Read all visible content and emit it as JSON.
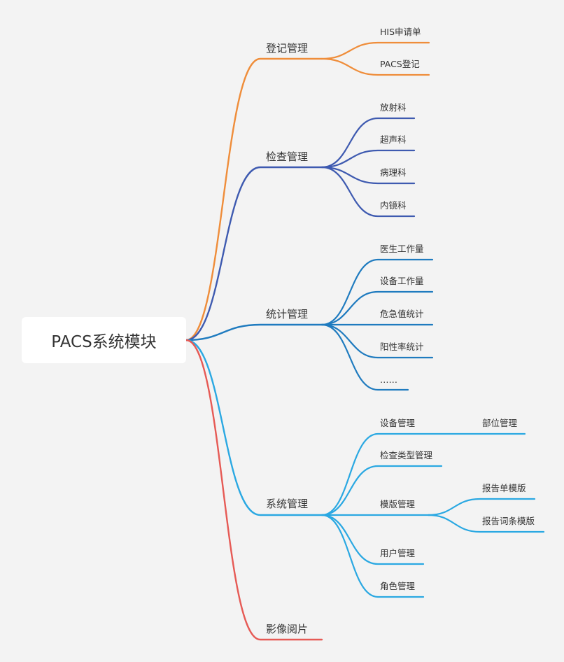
{
  "mindmap": {
    "root": {
      "label": "PACS系统模块"
    },
    "colors": {
      "registration": "#ef8d3a",
      "exam": "#3e5ab0",
      "statistics": "#1f7bbf",
      "system": "#2aa8e2",
      "imaging": "#e65a55"
    },
    "branches": [
      {
        "key": "registration",
        "label": "登记管理",
        "children": [
          {
            "label": "HIS申请单"
          },
          {
            "label": "PACS登记"
          }
        ]
      },
      {
        "key": "exam",
        "label": "检查管理",
        "children": [
          {
            "label": "放射科"
          },
          {
            "label": "超声科"
          },
          {
            "label": "病理科"
          },
          {
            "label": "内镜科"
          }
        ]
      },
      {
        "key": "statistics",
        "label": "统计管理",
        "children": [
          {
            "label": "医生工作量"
          },
          {
            "label": "设备工作量"
          },
          {
            "label": "危急值统计"
          },
          {
            "label": "阳性率统计"
          },
          {
            "label": "……"
          }
        ]
      },
      {
        "key": "system",
        "label": "系统管理",
        "children": [
          {
            "label": "设备管理",
            "children": [
              {
                "label": "部位管理"
              }
            ]
          },
          {
            "label": "检查类型管理"
          },
          {
            "label": "模版管理",
            "children": [
              {
                "label": "报告单模版"
              },
              {
                "label": "报告词条模版"
              }
            ]
          },
          {
            "label": "用户管理"
          },
          {
            "label": "角色管理"
          }
        ]
      },
      {
        "key": "imaging",
        "label": "影像阅片",
        "children": []
      }
    ]
  }
}
